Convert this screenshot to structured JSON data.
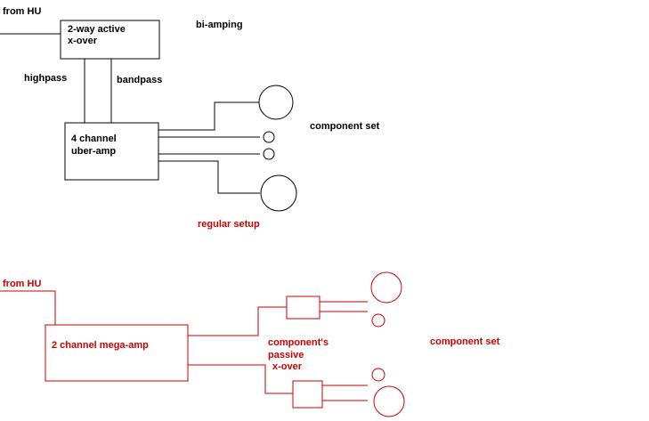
{
  "colors": {
    "top_diagram": "#000000",
    "bottom_diagram": "#cc0000",
    "background": "#ffffff"
  },
  "top": {
    "source_label": "from HU",
    "crossover_line1": "2-way active",
    "crossover_line2": "x-over",
    "title_note": "bi-amping",
    "highpass_label": "highpass",
    "bandpass_label": "bandpass",
    "amp_line1": "4 channel",
    "amp_line2": "uber-amp",
    "speakers_label": "component set",
    "caption": "regular setup"
  },
  "bottom": {
    "source_label": "from HU",
    "amp_label": "2 channel mega-amp",
    "xover_line1": "component's",
    "xover_line2": "passive",
    "xover_line3": "x-over",
    "speakers_label": "component set"
  }
}
